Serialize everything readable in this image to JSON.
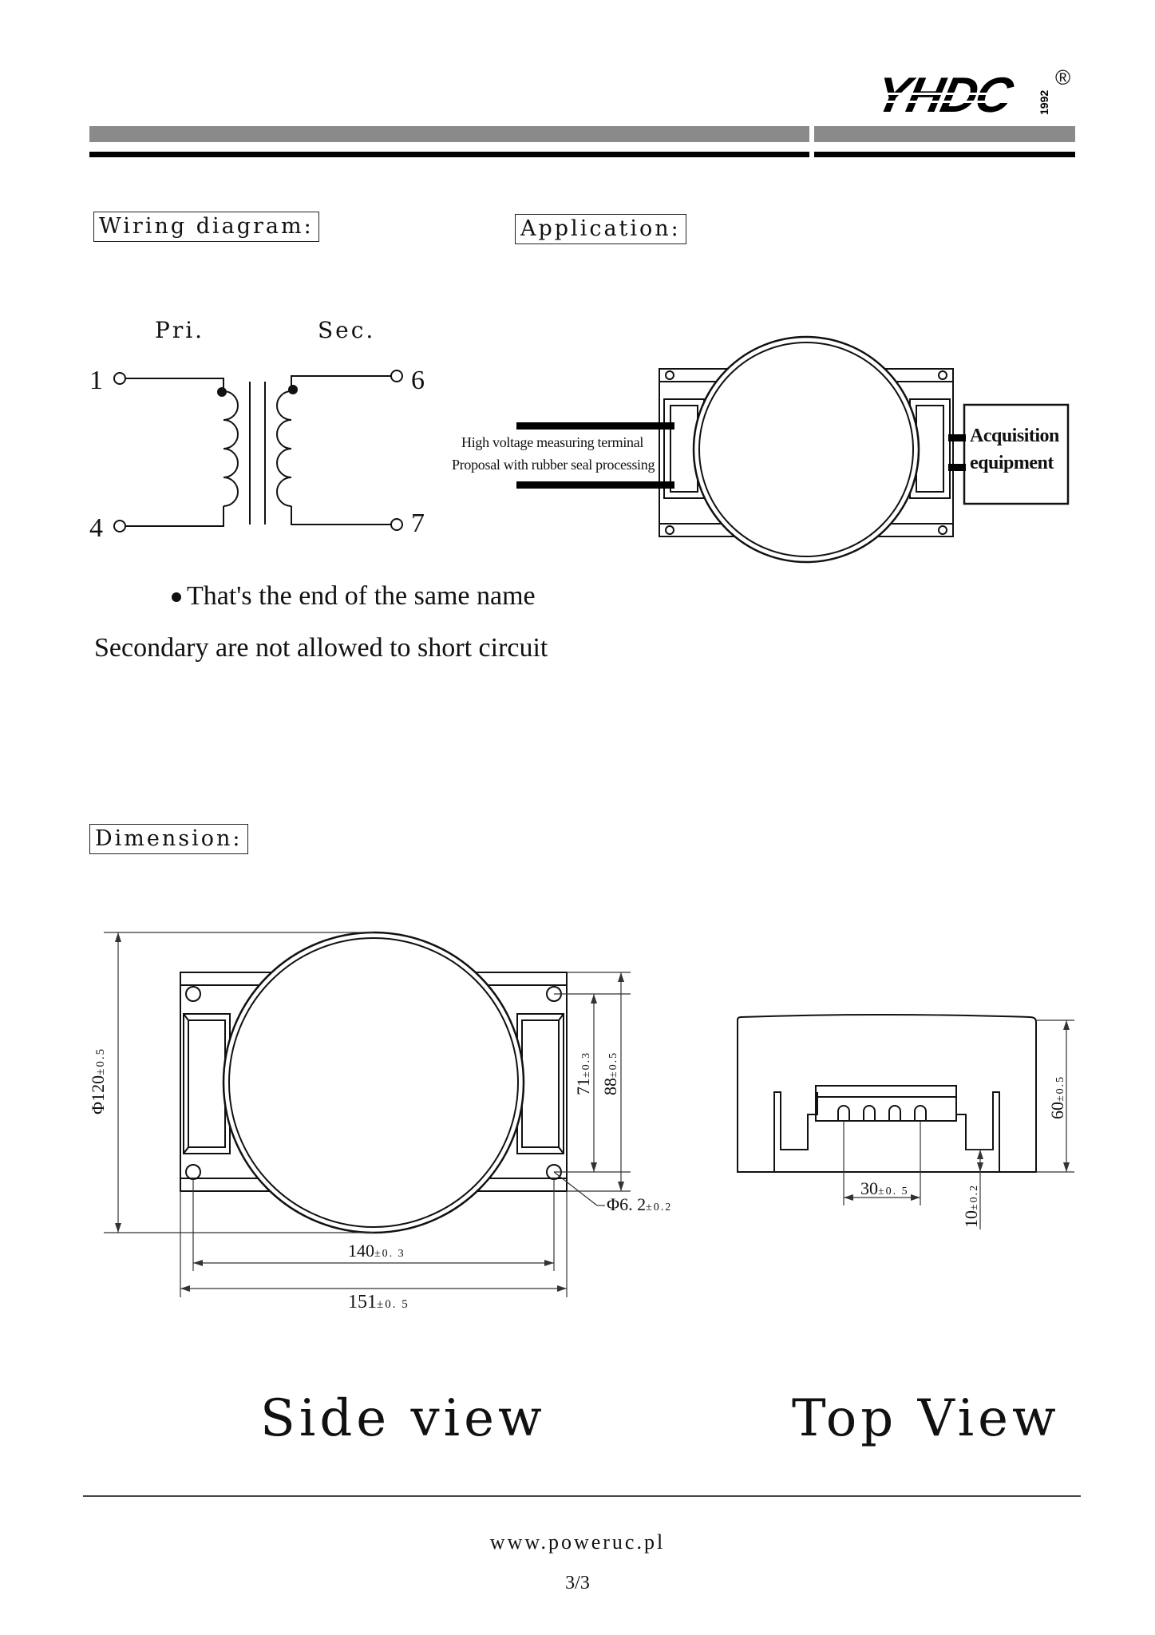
{
  "header": {
    "logo_text": "YHDC",
    "logo_year": "1992",
    "registered_mark": "®"
  },
  "wiring": {
    "section_label": "Wiring diagram:",
    "primary_label": "Pri.",
    "secondary_label": "Sec.",
    "pin_1": "1",
    "pin_4": "4",
    "pin_6": "6",
    "pin_7": "7",
    "dot_note": "That's the end of the same name",
    "short_note": "Secondary are not allowed to short circuit"
  },
  "application": {
    "section_label": "Application:",
    "terminal_line1": "High voltage measuring terminal",
    "terminal_line2": "Proposal with rubber seal processing",
    "equipment_line1": "Acquisition",
    "equipment_line2": "equipment"
  },
  "dimension": {
    "section_label": "Dimension:",
    "dia_120": "Φ120",
    "tol_dia_120": "±0.5",
    "dim_71": "71",
    "tol_71": "±0.3",
    "dim_88": "88",
    "tol_88": "±0.5",
    "hole": "Φ6. 2",
    "tol_hole": "±0.2",
    "dim_140": "140",
    "tol_140": "±0. 3",
    "dim_151": "151",
    "tol_151": "±0. 5",
    "dim_60": "60",
    "tol_60": "±0.5",
    "dim_30": "30",
    "tol_30": "±0. 5",
    "dim_10": "10",
    "tol_10": "±0.2",
    "side_view": "Side view",
    "top_view": "Top View"
  },
  "footer": {
    "website": "www.poweruc.pl",
    "page": "3/3"
  },
  "colors": {
    "grey_bar": "#8a8a8a",
    "black": "#000000"
  }
}
